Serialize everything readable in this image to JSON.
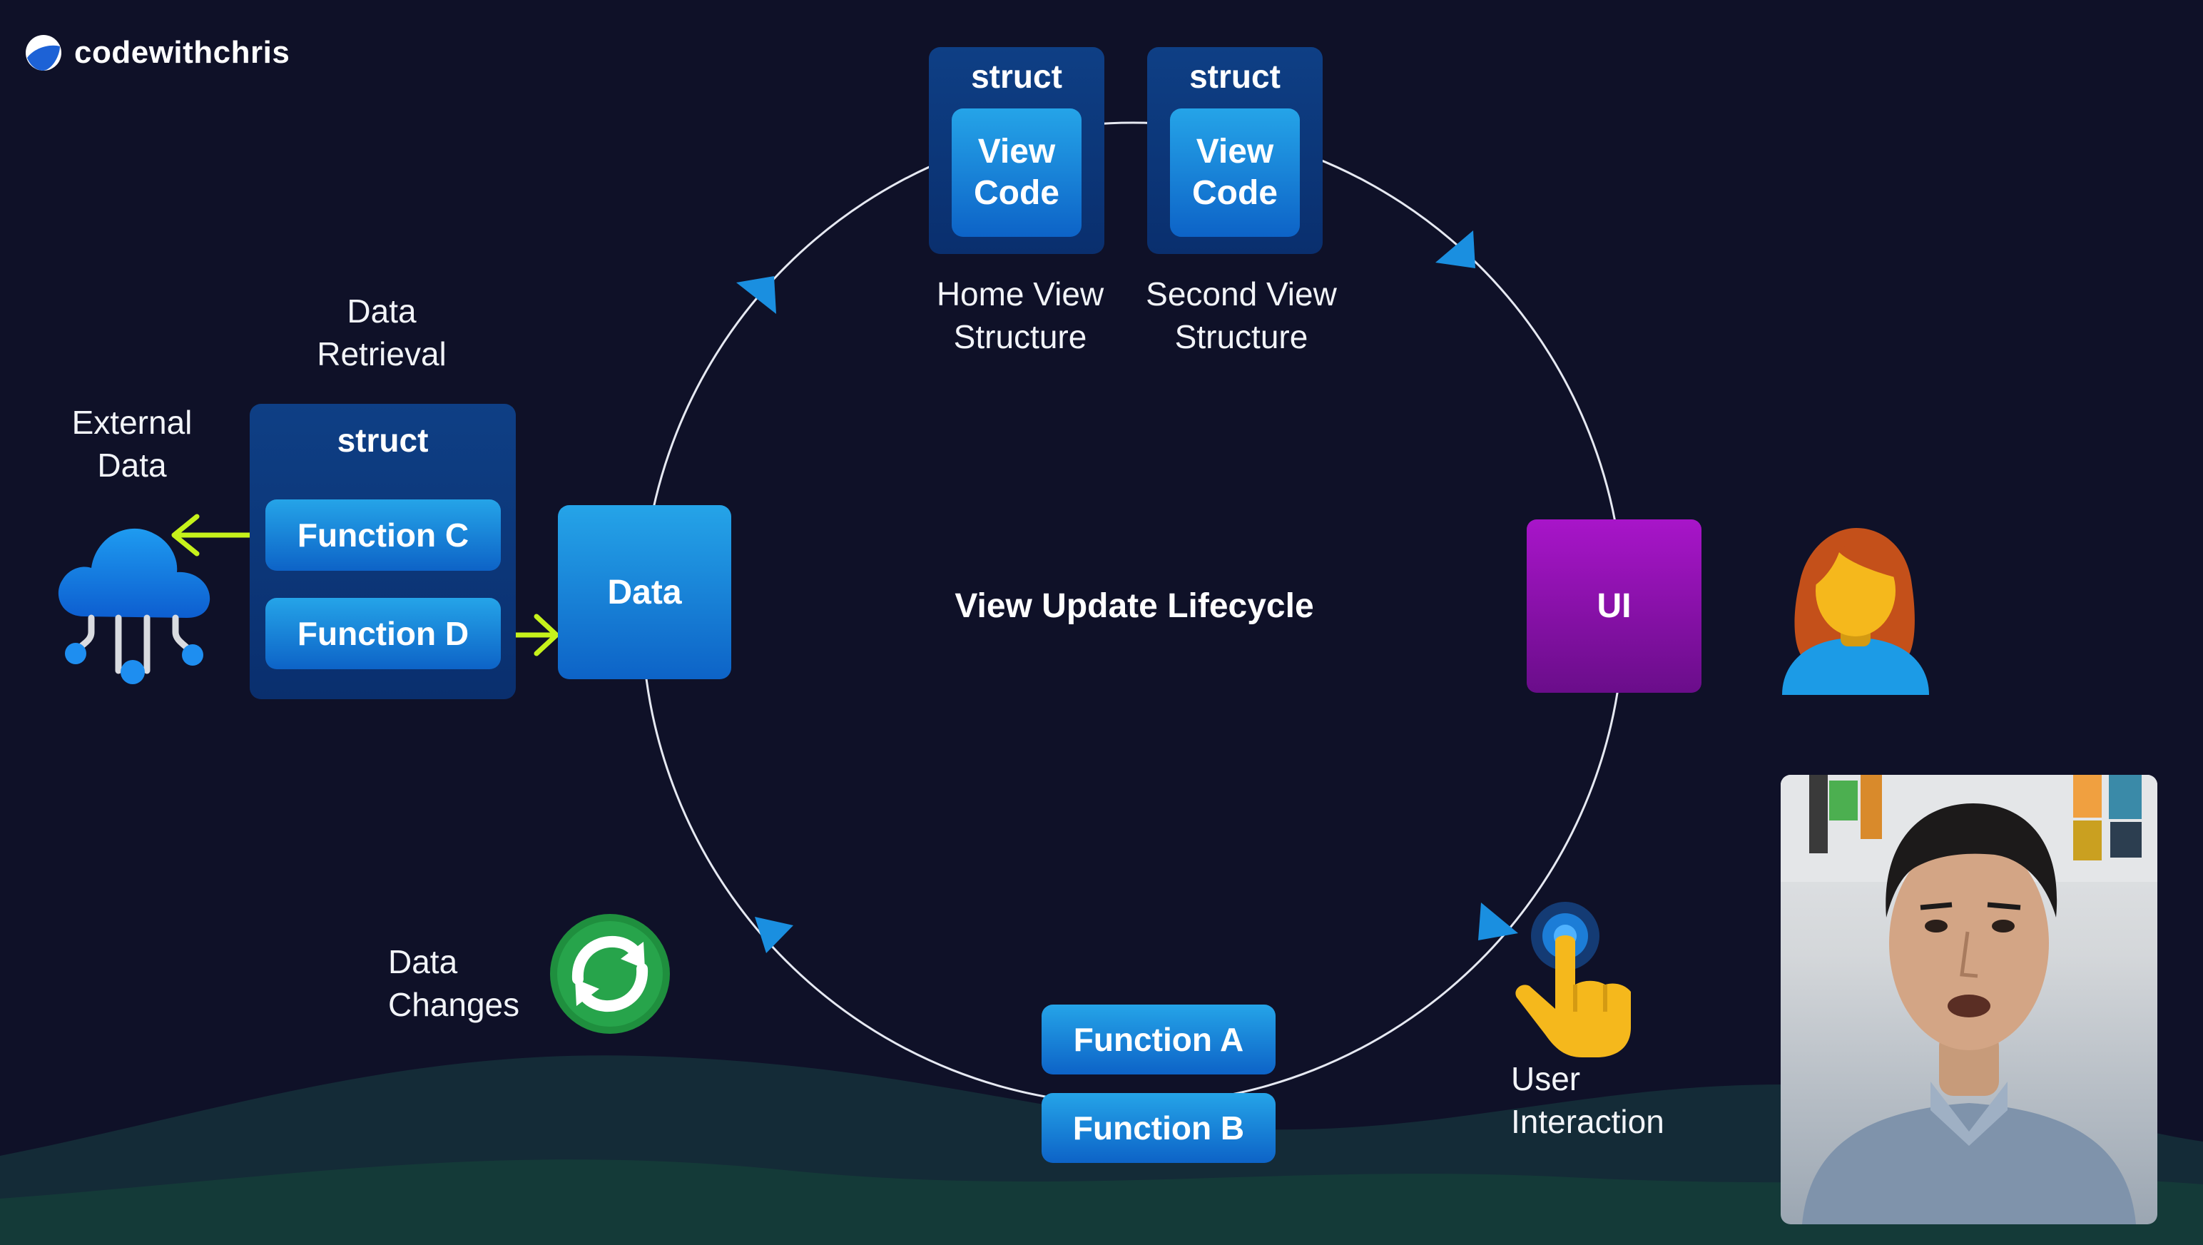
{
  "brand": {
    "name": "codewithchris"
  },
  "diagram": {
    "title": "View Update Lifecycle",
    "data_node": "Data",
    "ui_node": "UI",
    "views": [
      {
        "struct": "struct",
        "code": "View Code",
        "caption": "Home View Structure"
      },
      {
        "struct": "struct",
        "code": "View Code",
        "caption": "Second View Structure"
      }
    ],
    "retrieval": {
      "heading": "Data Retrieval",
      "struct": "struct",
      "function_c": "Function C",
      "function_d": "Function D"
    },
    "external_data": "External Data",
    "data_changes": "Data Changes",
    "user_interaction": "User Interaction",
    "function_a": "Function A",
    "function_b": "Function B"
  },
  "colors": {
    "background": "#0f1128",
    "accent_blue": "#1a8fe0",
    "ui_purple": "#9a12bd",
    "arrow_green": "#c6f21b",
    "refresh_green": "#1f8f3e"
  },
  "icons": [
    "cloud-data-icon",
    "refresh-icon",
    "woman-avatar-icon",
    "tap-hand-icon",
    "codewithchris-logo-icon"
  ]
}
